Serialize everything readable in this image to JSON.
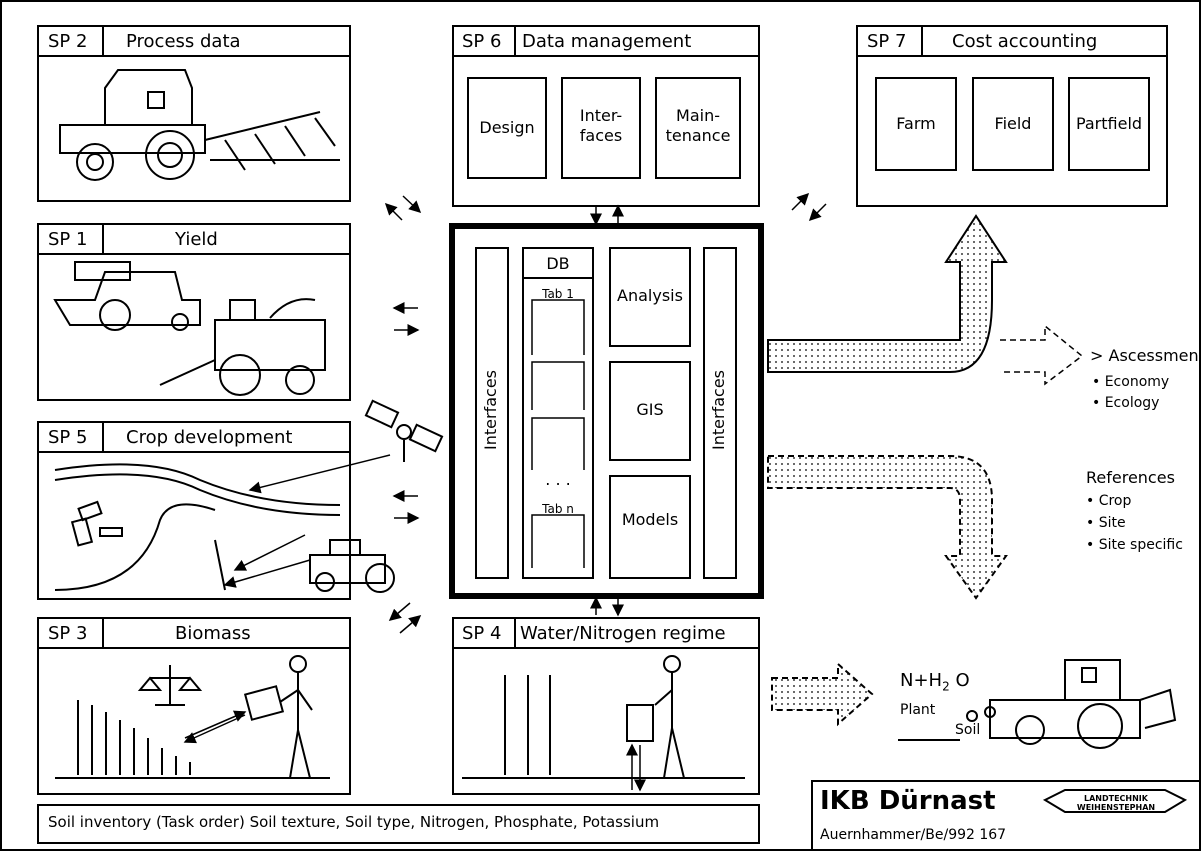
{
  "sp2": {
    "number": "SP 2",
    "title": "Process data"
  },
  "sp1": {
    "number": "SP 1",
    "title": "Yield"
  },
  "sp5": {
    "number": "SP 5",
    "title": "Crop development"
  },
  "sp3": {
    "number": "SP 3",
    "title": "Biomass"
  },
  "sp6": {
    "number": "SP 6",
    "title": "Data management",
    "boxes": [
      "Design",
      {
        "line1": "Inter-",
        "line2": "faces"
      },
      {
        "line1": "Main-",
        "line2": "tenance"
      }
    ]
  },
  "sp7": {
    "number": "SP 7",
    "title": "Cost accounting",
    "boxes": [
      "Farm",
      "Field",
      "Partfield"
    ]
  },
  "sp4": {
    "number": "SP 4",
    "title": "Water/Nitrogen regime"
  },
  "center": {
    "interfaces_left": "Interfaces",
    "interfaces_right": "Interfaces",
    "db": "DB",
    "tab_first": "Tab 1",
    "ellipsis": ". . .",
    "tab_last": "Tab n",
    "modules": [
      "Analysis",
      "GIS",
      "Models"
    ]
  },
  "assessment": {
    "title": "> Ascessment",
    "items": [
      "• Economy",
      "• Ecology"
    ]
  },
  "references": {
    "title": "References",
    "items": [
      "• Crop",
      "• Site",
      "• Site specific"
    ]
  },
  "fertilizer": {
    "formula_main": "N+H",
    "formula_sub": "2",
    "formula_tail": " O",
    "plant": "Plant",
    "soil": "Soil"
  },
  "footer": {
    "soil_inventory": "Soil inventory (Task order) Soil texture, Soil type, Nitrogen, Phosphate, Potassium",
    "ikb": "IKB Dürnast",
    "reference": "Auernhammer/Be/992 167",
    "logo_line1": "LANDTECHNIK",
    "logo_line2": "WEIHENSTEPHAN"
  }
}
